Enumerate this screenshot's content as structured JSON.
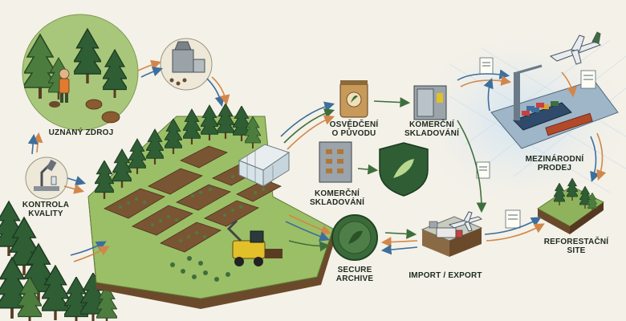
{
  "labels": {
    "recognized_source": "UZNANÝ ZDROJ",
    "quality_control": "Kontrola\nkvality",
    "certificate_of_origin": "Osvědčení\no původu",
    "commercial_storage_top": "Komerční\nskladování",
    "commercial_storage_mid": "Komerční\nskladování",
    "secure_archive": "Secure\nArchive",
    "import_export": "IMPORT / EXPORT",
    "international_sale": "Mezinárodní\nprodej",
    "reforestation_sites": "Reforestační\nsite"
  },
  "colors": {
    "background": "#f4f1e8",
    "forest_dark": "#2f5d34",
    "grass": "#8fb35c",
    "soil": "#6b4a2b",
    "arrow_blue": "#3d6f9c",
    "arrow_orange": "#d2874a",
    "arrow_green": "#3f6e3d",
    "water": "#dceaf5"
  },
  "icons": [
    "forester-icon",
    "seed-processing-machine-icon",
    "microscope-icon",
    "seed-bag-icon",
    "storage-unit-icon",
    "leaf-shield-icon",
    "wax-seal-icon",
    "truck-icon",
    "cargo-ship-icon",
    "airplane-icon",
    "document-icon",
    "greenhouse-icon",
    "harvester-icon"
  ]
}
